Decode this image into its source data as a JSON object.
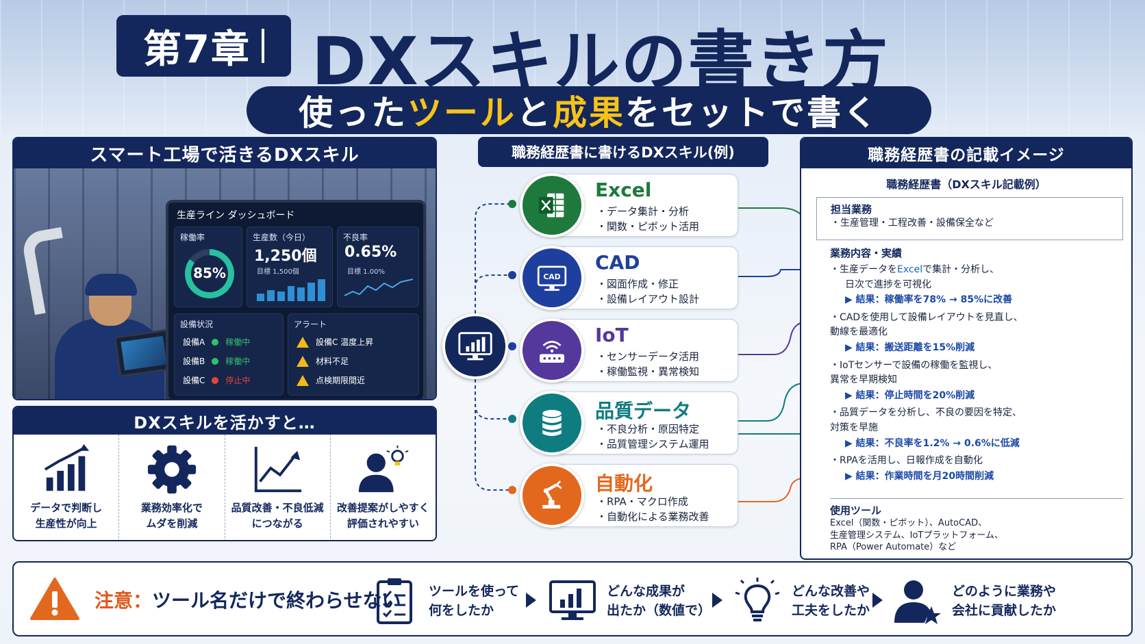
{
  "header": {
    "chapter": "第7章",
    "title": "DXスキルの書き方",
    "subtitle_pre": "使った",
    "subtitle_hl1": "ツール",
    "subtitle_mid": "と",
    "subtitle_hl2": "成果",
    "subtitle_post": "をセットで書く"
  },
  "left_panel": {
    "title": "スマート工場で活きるDXスキル",
    "dashboard": {
      "title": "生産ライン ダッシュボード",
      "rate_label": "稼働率",
      "rate_value": "85%",
      "rate_fraction": 0.85,
      "output_label": "生産数（今日）",
      "output_value": "1,250個",
      "output_target": "目標 1,500個",
      "defect_label": "不良率",
      "defect_value": "0.65%",
      "defect_target": "目標 1.00%",
      "equipment_label": "設備状況",
      "equipment": [
        {
          "name": "設備A",
          "status": "稼働中",
          "color": "#2fbf6e"
        },
        {
          "name": "設備B",
          "status": "稼働中",
          "color": "#2fbf6e"
        },
        {
          "name": "設備C",
          "status": "停止中",
          "color": "#e8443a"
        }
      ],
      "alert_label": "アラート",
      "alerts": [
        "設備C 温度上昇",
        "材料不足",
        "点検期限間近"
      ]
    }
  },
  "benefits": {
    "title": "DXスキルを活かすと…",
    "items": [
      {
        "icon": "bar-chart-up-icon",
        "text": "データで判断し\n生産性が向上"
      },
      {
        "icon": "gear-icon",
        "text": "業務効率化で\nムダを削減"
      },
      {
        "icon": "line-chart-up-icon",
        "text": "品質改善・不良低減\nにつながる"
      },
      {
        "icon": "person-idea-icon",
        "text": "改善提案がしやすく\n評価されやすい"
      }
    ]
  },
  "middle": {
    "title": "職務経歴書に書けるDXスキル(例)",
    "skills": [
      {
        "name": "Excel",
        "line1": "・データ集計・分析",
        "line2": "・関数・ピボット活用",
        "color": "#1e7a3c"
      },
      {
        "name": "CAD",
        "line1": "・図面作成・修正",
        "line2": "・設備レイアウト設計",
        "color": "#1f3f9e"
      },
      {
        "name": "IoT",
        "line1": "・センサーデータ活用",
        "line2": "・稼働監視・異常検知",
        "color": "#55389c"
      },
      {
        "name": "品質データ",
        "line1": "・不良分析・原因特定",
        "line2": "・品質管理システム運用",
        "color": "#0f7c80"
      },
      {
        "name": "自動化",
        "line1": "・RPA・マクロ作成",
        "line2": "・自動化による業務改善",
        "color": "#e2681e"
      }
    ]
  },
  "right_panel": {
    "title": "職務経歴書の記載イメージ",
    "doc_title": "職務経歴書（DXスキル記載例）",
    "duty_heading": "担当業務",
    "duty_line": "・生産管理・工程改善・設備保全など",
    "work_heading": "業務内容・実績",
    "entry1_pre": "・生産データを",
    "entry1_tool": "Excel",
    "entry1_post": "で集計・分析し、",
    "entry1_line2": "日次で進捗を可視化",
    "entry1_result": "▶ 結果：稼働率を78% → 85%に改善",
    "entry2_text": "・CADを使用して設備レイアウトを見直し、\n  動線を最適化",
    "entry2_result": "▶ 結果：搬送距離を15%削減",
    "entry3_text": "・IoTセンサーで設備の稼働を監視し、\n  異常を早期検知",
    "entry3_result": "▶ 結果：停止時間を20%削減",
    "entry4_text": "・品質データを分析し、不良の要因を特定、\n  対策を早施",
    "entry4_result": "▶ 結果：不良率を1.2% → 0.6%に低減",
    "entry5_text": "・RPAを活用し、日報作成を自動化",
    "entry5_result": "▶ 結果：作業時間を月20時間削減",
    "tools_heading": "使用ツール",
    "tools_text": "Excel（関数・ピボット）、AutoCAD、\n生産管理システム、IoTプラットフォーム、\nRPA（Power Automate）など"
  },
  "bottom": {
    "caution_label": "注意：",
    "caution_text": "ツール名だけで終わらせない",
    "steps": [
      {
        "icon": "checklist-icon",
        "text": "ツールを使って\n何をしたか"
      },
      {
        "icon": "monitor-chart-icon",
        "text": "どんな成果が\n出たか（数値で）"
      },
      {
        "icon": "lightbulb-icon",
        "text": "どんな改善や\n工夫をしたか"
      },
      {
        "icon": "person-star-icon",
        "text": "どのように業務や\n会社に貢献したか"
      }
    ]
  },
  "colors": {
    "navy": "#13275c",
    "yellow": "#f7c21a",
    "orange": "#e2681e",
    "excel_green": "#1e7a3c",
    "cad_blue": "#1f3f9e",
    "iot_purple": "#55389c",
    "quality_teal": "#0f7c80"
  }
}
